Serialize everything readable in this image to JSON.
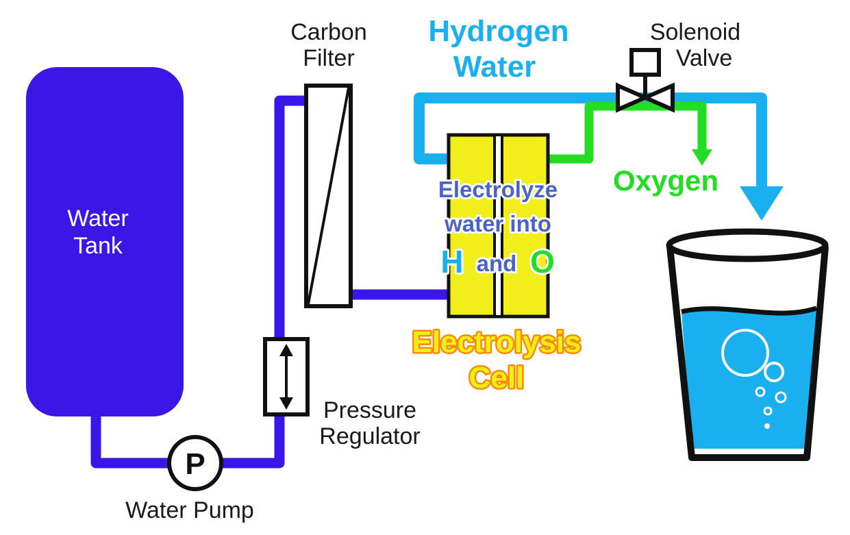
{
  "labels": {
    "water_tank": [
      "Water",
      "Tank"
    ],
    "water_pump": "Water Pump",
    "pump_symbol": "P",
    "carbon_filter": [
      "Carbon",
      "Filter"
    ],
    "pressure_regulator": [
      "Pressure",
      "Regulator"
    ],
    "hydrogen_water": [
      "Hydrogen",
      "Water"
    ],
    "solenoid_valve": [
      "Solenoid",
      "Valve"
    ],
    "oxygen": "Oxygen",
    "electrolyze": [
      "Electrolyze",
      "water into"
    ],
    "h_symbol": "H",
    "and_word": "and",
    "o_symbol": "O",
    "electrolysis_cell": [
      "Electrolysis",
      "Cell"
    ]
  },
  "colors": {
    "water_line": "#3a17e6",
    "tank": "#3a17e6",
    "hydrogen_line": "#1ab0ef",
    "oxygen_line": "#22dd22",
    "cell_fill": "#f2ee1c",
    "glass_water": "#1ab0ef",
    "outline": "#111111"
  }
}
